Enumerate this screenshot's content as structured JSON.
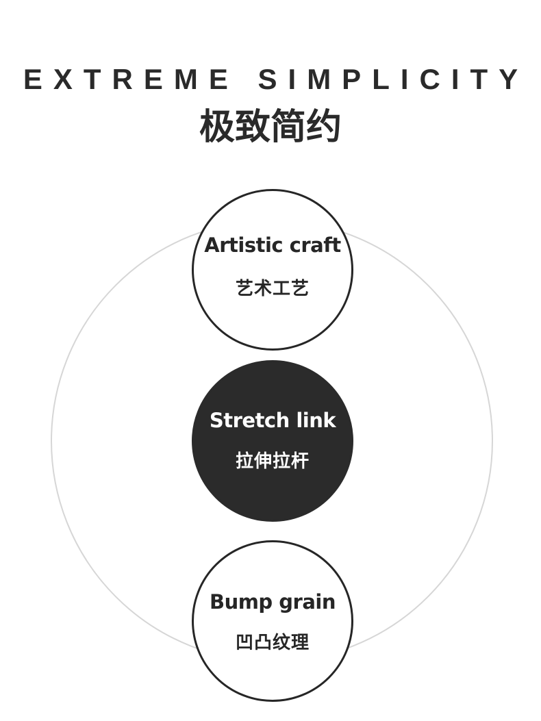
{
  "title_en": "EXTREME SIMPLICITY",
  "title_zh": "极致简约",
  "nodes": [
    {
      "label_en": "Artistic craft",
      "label_zh": "艺术工艺",
      "style": "outline"
    },
    {
      "label_en": "Stretch link",
      "label_zh": "拉伸拉杆",
      "style": "filled"
    },
    {
      "label_en": "Bump grain",
      "label_zh": "凹凸纹理",
      "style": "outline"
    }
  ],
  "colors": {
    "text": "#2a2a2a",
    "filled_circle": "#2b2b2b",
    "outer_ring": "#d6d6d6",
    "background": "#ffffff"
  }
}
